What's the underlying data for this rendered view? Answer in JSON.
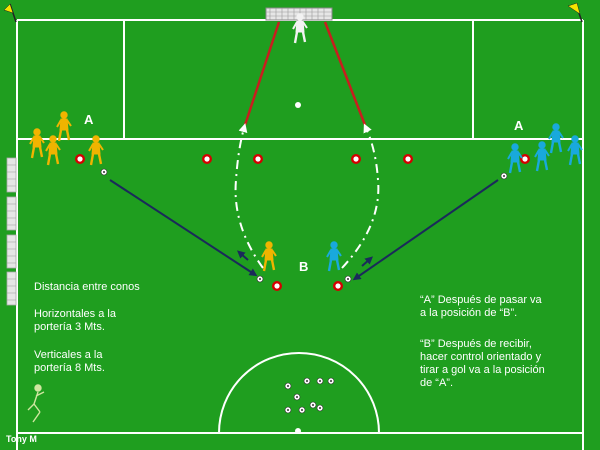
{
  "labels": {
    "group_a_left": "A",
    "group_a_right": "A",
    "group_b": "B"
  },
  "notes": {
    "distance_title": "Distancia entre conos",
    "horizontal": "Horizontales a la\nportería 3 Mts.",
    "vertical": "Verticales a la\nportería 8 Mts.",
    "rule_a": "“A” Después de pasar va\na la posición de “B”.",
    "rule_b": "“B” Después de recibir,\nhacer control orientado y\ntirar a gol va a la posición\nde “A”."
  },
  "signature": "Tony M",
  "colors": {
    "pitch": "#1f9e1f",
    "team_a": "#f0b400",
    "team_b": "#19a9dc",
    "pass_line": "#1a2a5a",
    "shot_line": "#c81e1e",
    "cone": "#d40000"
  },
  "icons": [
    "player-icon",
    "ball-icon",
    "cone-icon",
    "corner-flag-icon",
    "goal-icon",
    "goalkeeper-icon"
  ]
}
